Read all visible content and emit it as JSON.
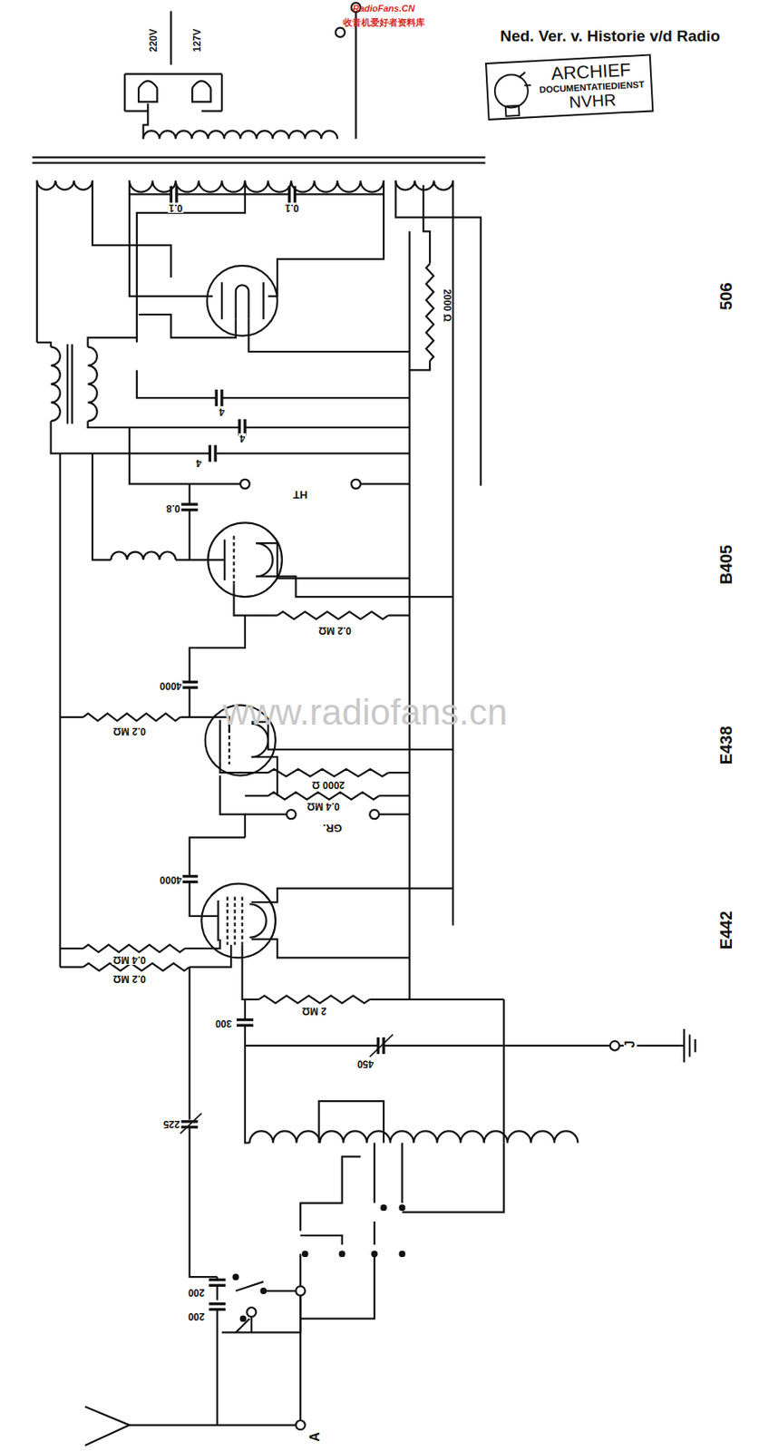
{
  "diagram": {
    "nodes": [
      {
        "text": [
          "ARCHIEF",
          "DOCUMENTATIEDIENST",
          "NVHR"
        ]
      }
    ],
    "labels": [
      "RadioFans.CN",
      "收音机爱好者资料库",
      "Ned. Ver. v. Historie v/d Radio",
      "220V",
      "127V",
      "506",
      "B405",
      "E438",
      "E442",
      "0.1",
      "0.1",
      "2000 Ω",
      "4",
      "4",
      "4",
      "HT",
      "0.8",
      "0.2 MΩ",
      "4000",
      "0.2 MΩ",
      "2000 Ω",
      "0.4 MΩ",
      "GR.",
      "4000",
      "0.4 MΩ",
      "0.2 MΩ",
      "2 MΩ",
      "300",
      "450",
      "J",
      "225",
      "200",
      "200",
      "A",
      "www.radiofans.cn"
    ]
  }
}
